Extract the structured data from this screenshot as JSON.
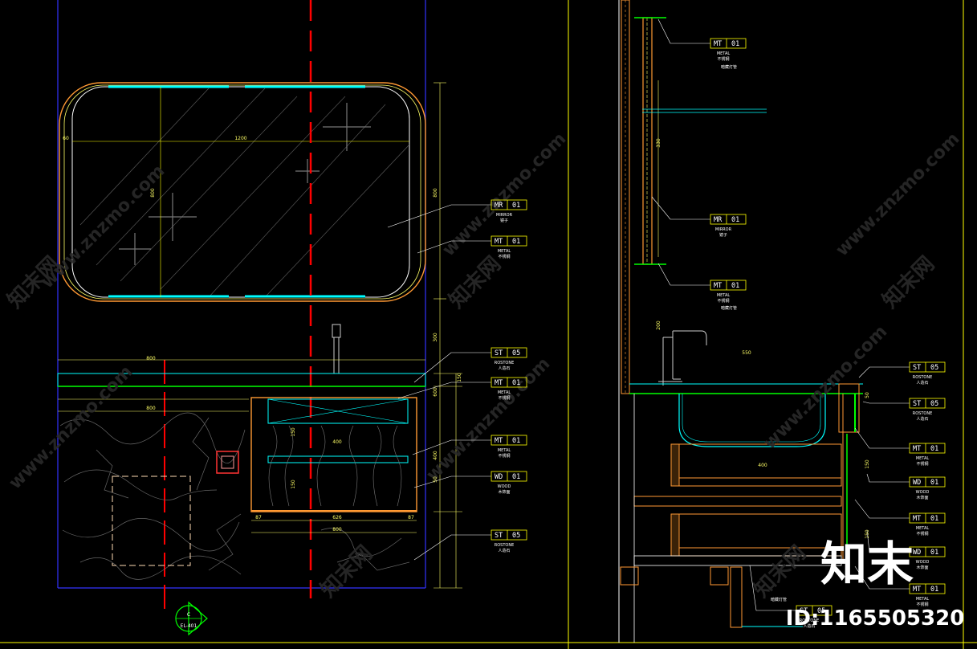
{
  "watermark": {
    "site": "www.znzmo.com",
    "cn": "知末网"
  },
  "brand": {
    "logo": "知末",
    "id_label": "ID:1165505320"
  },
  "section_callout": {
    "letter": "C",
    "sheet": "EL-401"
  },
  "tags": [
    {
      "code": "MR",
      "num": "01",
      "note_en": "MIRROR",
      "note_cn": "镜子"
    },
    {
      "code": "MT",
      "num": "01",
      "note_en": "METAL",
      "note_cn": "不锈钢"
    },
    {
      "code": "ST",
      "num": "05",
      "note_en": "ROSTONE",
      "note_cn": "人造石"
    },
    {
      "code": "MT",
      "num": "01",
      "note_en": "METAL",
      "note_cn": "不锈钢"
    },
    {
      "code": "MT",
      "num": "01",
      "note_en": "METAL",
      "note_cn": "不锈钢"
    },
    {
      "code": "WD",
      "num": "01",
      "note_en": "WOOD",
      "note_cn": "木饰面"
    },
    {
      "code": "ST",
      "num": "05",
      "note_en": "ROSTONE",
      "note_cn": "人造石"
    },
    {
      "code": "MT",
      "num": "01",
      "note_en": "METAL",
      "note_cn": "不锈钢"
    },
    {
      "code": "MR",
      "num": "01",
      "note_en": "MIRROR",
      "note_cn": "镜子"
    },
    {
      "code": "MT",
      "num": "01",
      "note_en": "METAL",
      "note_cn": "不锈钢"
    },
    {
      "code": "ST",
      "num": "05",
      "note_en": "ROSTONE",
      "note_cn": "人造石"
    },
    {
      "code": "ST",
      "num": "05",
      "note_en": "ROSTONE",
      "note_cn": "人造石"
    },
    {
      "code": "MT",
      "num": "01",
      "note_en": "METAL",
      "note_cn": "不锈钢"
    },
    {
      "code": "WD",
      "num": "01",
      "note_en": "WOOD",
      "note_cn": "木饰面"
    },
    {
      "code": "MT",
      "num": "01",
      "note_en": "METAL",
      "note_cn": "不锈钢"
    },
    {
      "code": "WD",
      "num": "01",
      "note_en": "WOOD",
      "note_cn": "木饰面"
    },
    {
      "code": "MT",
      "num": "01",
      "note_en": "METAL",
      "note_cn": "不锈钢"
    },
    {
      "code": "ST",
      "num": "05",
      "note_en": "ROSTONE",
      "note_cn": "人造石"
    }
  ],
  "side_notes": [
    "暗藏灯管",
    "暗藏灯管",
    "暗藏灯管"
  ],
  "dims": [
    "1200",
    "60",
    "800",
    "800",
    "300",
    "600",
    "400",
    "50",
    "150",
    "800",
    "800",
    "87",
    "87",
    "626",
    "800",
    "150",
    "150",
    "400",
    "330",
    "200",
    "550",
    "400",
    "150",
    "150",
    "50"
  ],
  "colors": {
    "bg": "#000000",
    "cyan": "#00ffff",
    "yellow": "#ffff00",
    "red": "#ff0000",
    "orange": "#ff9933",
    "green": "#00ff00",
    "blue": "#3333ff",
    "white": "#ffffff"
  }
}
